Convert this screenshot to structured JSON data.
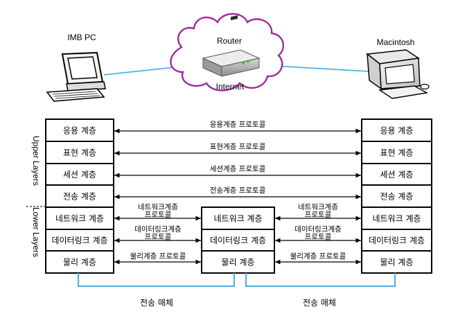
{
  "network": {
    "pc_label": "IMB PC",
    "mac_label": "Macintosh",
    "router_label": "Router",
    "internet_label": "Internet"
  },
  "stacks": {
    "left_layers": [
      "응용 계층",
      "표현 계층",
      "세션 계층",
      "전송 계층",
      "네트워크 계층",
      "데이터링크 계층",
      "물리 계층"
    ],
    "middle_layers": [
      "네트워크 계층",
      "데이터링크 계층",
      "물리 계층"
    ],
    "right_layers": [
      "응용 계층",
      "표현 계층",
      "세션 계층",
      "전송 계층",
      "네트워크 계층",
      "데이터링크 계층",
      "물리 계층"
    ]
  },
  "upper_protocols": [
    "응용계층 프로토콜",
    "표현계층 프로토콜",
    "세션계층 프로토콜",
    "전송계층 프로토콜"
  ],
  "lower_protocols_left": [
    [
      "네트워크계층",
      "프로토콜"
    ],
    [
      "데이터링크계층",
      "프로토콜"
    ],
    [
      "물리계층 프로토콜"
    ]
  ],
  "lower_protocols_right": [
    [
      "네트워크계층",
      "프로토콜"
    ],
    [
      "데이터링크계층",
      "프로토콜"
    ],
    [
      "물리계층 프로토콜"
    ]
  ],
  "side_labels": {
    "upper": "Upper Layers",
    "lower": "Lower Layers"
  },
  "media": {
    "left_label": "전송 매체",
    "right_label": "전송 매체"
  },
  "colors": {
    "cable": "#4fb3e6",
    "cloud_stroke": "#a0299b",
    "box_stroke": "#000000",
    "router_light": "#39c93a"
  }
}
